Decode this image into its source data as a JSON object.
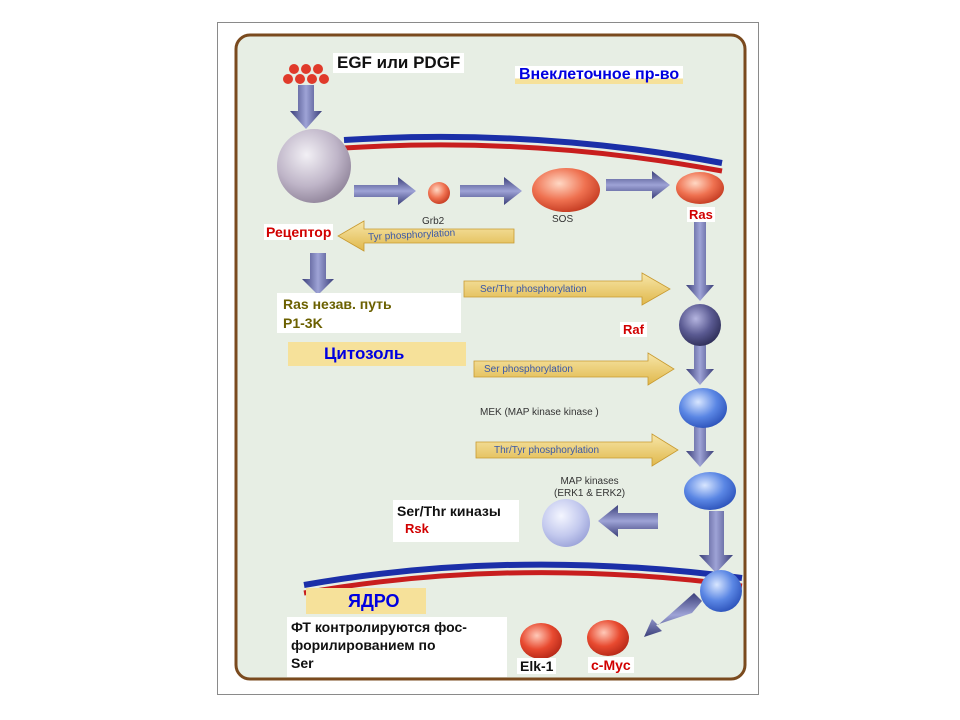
{
  "ligand_label": "EGF или PDGF",
  "extracellular_label": "Внеклеточное пр-во",
  "cytosol_label": "Цитозоль",
  "nucleus_label": "ЯДРО",
  "receptor_label": "Рецептор",
  "grb2_label": "Grb2",
  "sos_label": "SOS",
  "ras_label": "Ras",
  "raf_label": "Raf",
  "mek_label": "MEK (MAP kinase kinase )",
  "map_kinases_label_line1": "MAP  kinases",
  "map_kinases_label_line2": "(ERK1 & ERK2)",
  "rsk_label": "Rsk",
  "ser_thr_kinases_label": "Ser/Thr киназы",
  "ras_independent_line1": "Ras незав. путь",
  "ras_independent_line2": "P1-3K",
  "tf_text_line1": "ФТ контролируются фос-",
  "tf_text_line2": "форилированием по",
  "tf_text_line3": "Ser",
  "elk1_label": "Elk-1",
  "cmyc_label": "c-Myc",
  "arrows": {
    "tyr": "Tyr phosphorylation",
    "ser_thr": "Ser/Thr phosphorylation",
    "ser": "Ser phosphorylation",
    "thr_tyr": "Thr/Tyr phosphorylation"
  },
  "colors": {
    "frame_border": "#7a4a1e",
    "background": "#e7eee4",
    "membrane_blue": "#1b2fa8",
    "membrane_red": "#c81e1e",
    "label_highlight": "#f6e19a",
    "arrow_gold": "#e9c96a",
    "arrow_gold_text": "#3a58a8",
    "protein_red": "#e6533b",
    "protein_blue": "#4a7ad6",
    "protein_purple": "#4a4a78"
  }
}
